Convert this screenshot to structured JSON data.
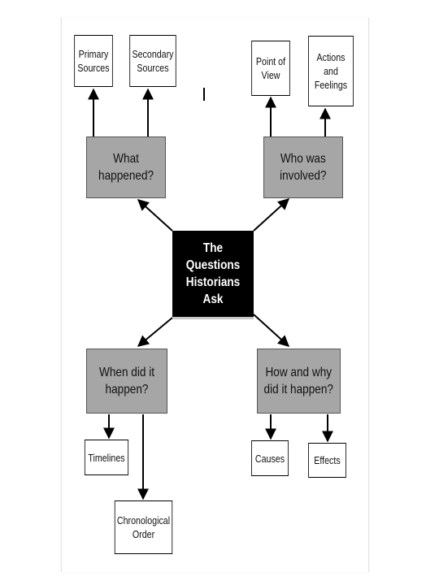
{
  "center": {
    "label": "The Questions\nHistorians\nAsk"
  },
  "questions": {
    "what": "What\nhappened?",
    "who": "Who was\ninvolved?",
    "when": "When did it\nhappen?",
    "how": "How and why\ndid it happen?"
  },
  "answers": {
    "primary": "Primary\nSources",
    "secondary": "Secondary\nSources",
    "point_of_view": "Point of\nView",
    "actions_feelings": "Actions\nand Feelings",
    "timelines": "Timelines",
    "chronological": "Chronological\nOrder",
    "causes": "Causes",
    "effects": "Effects"
  },
  "colors": {
    "question_fill": "#a6a6a6",
    "center_fill": "#000000"
  }
}
